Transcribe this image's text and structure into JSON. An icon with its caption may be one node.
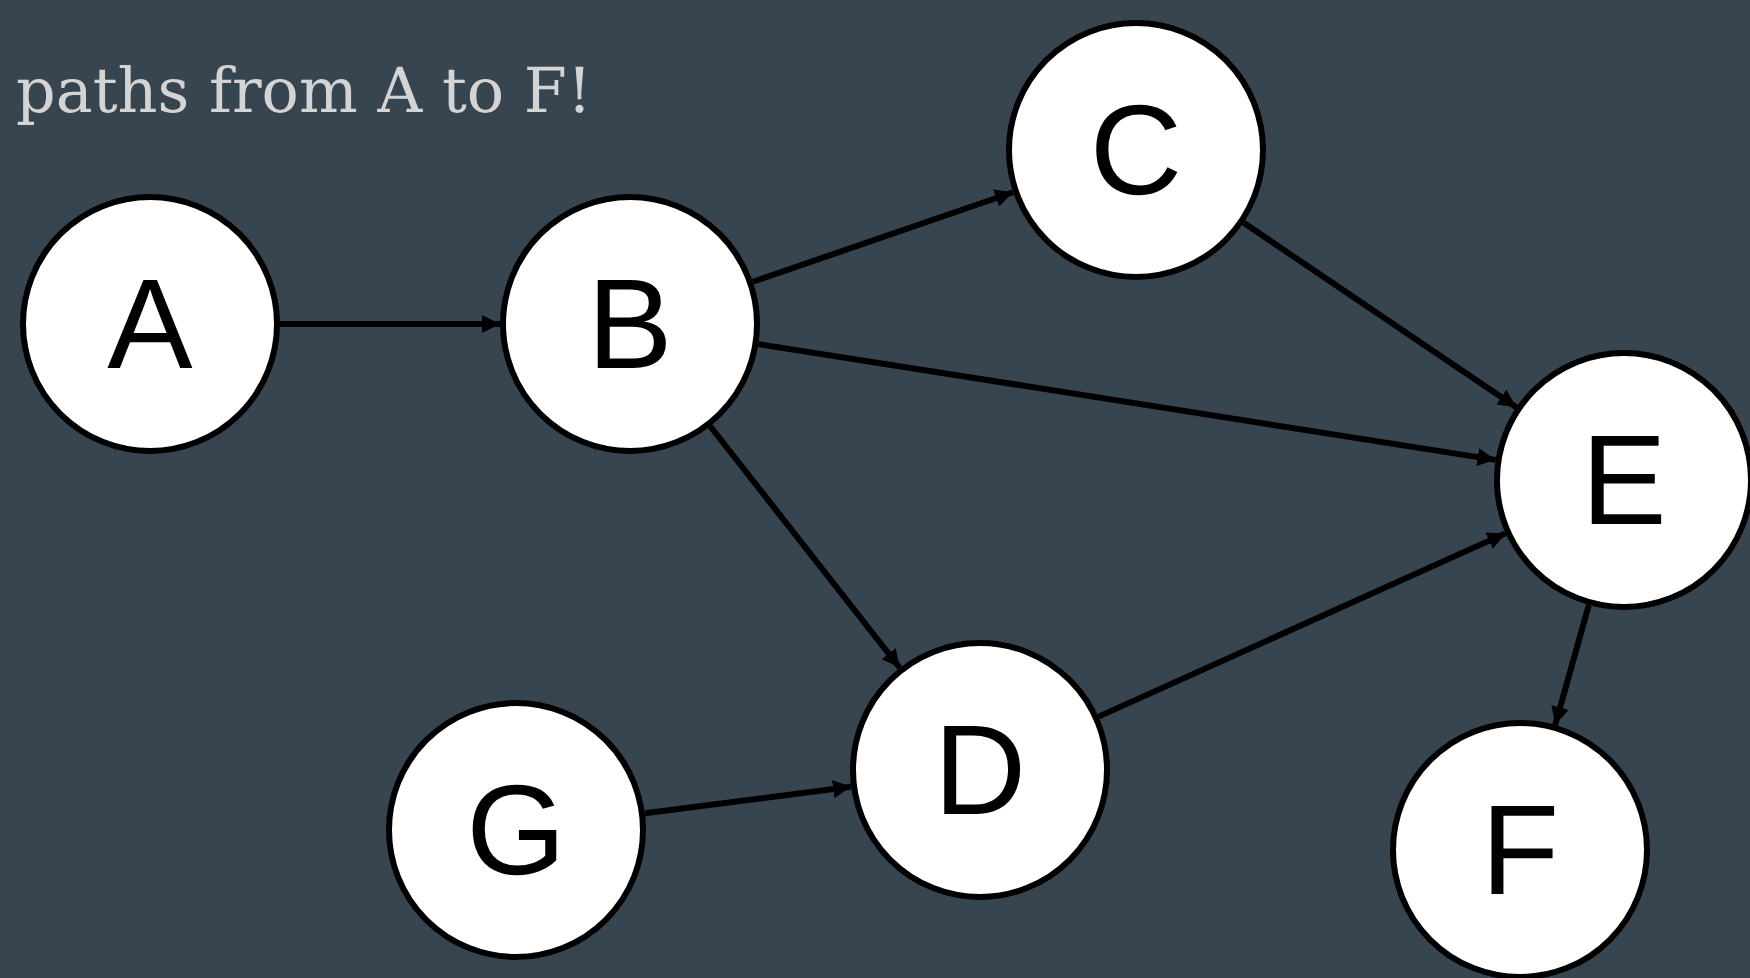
{
  "diagram": {
    "title": "paths from A to F!",
    "nodes": [
      {
        "text": [
          "A"
        ]
      },
      {
        "text": [
          "B"
        ]
      },
      {
        "text": [
          "C"
        ]
      },
      {
        "text": [
          "D"
        ]
      },
      {
        "text": [
          "E"
        ]
      },
      {
        "text": [
          "F"
        ]
      },
      {
        "text": [
          "G"
        ]
      }
    ],
    "edges": [
      {
        "from": 0,
        "to": 1,
        "arrow": "to"
      },
      {
        "from": 1,
        "to": 2,
        "arrow": "to"
      },
      {
        "from": 1,
        "to": 4,
        "arrow": "to"
      },
      {
        "from": 1,
        "to": 3,
        "arrow": "to"
      },
      {
        "from": 2,
        "to": 4,
        "arrow": "to"
      },
      {
        "from": 3,
        "to": 4,
        "arrow": "to"
      },
      {
        "from": 6,
        "to": 3,
        "arrow": "to"
      },
      {
        "from": 4,
        "to": 5,
        "arrow": "to"
      }
    ]
  }
}
